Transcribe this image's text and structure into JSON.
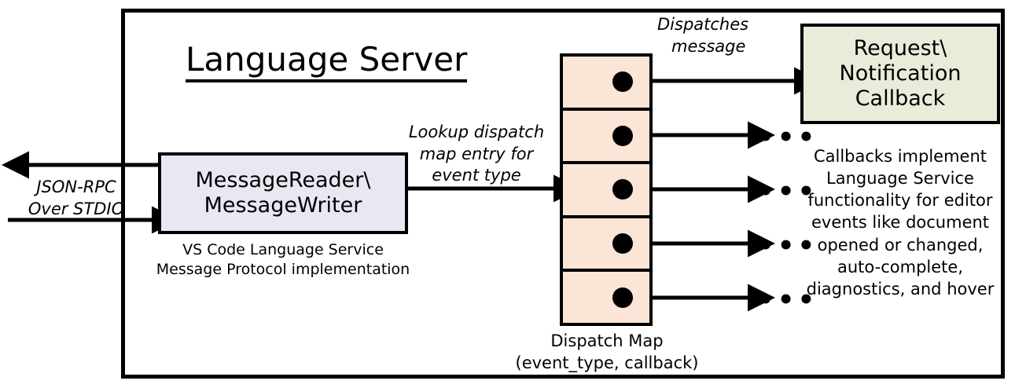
{
  "diagram": {
    "title": "Language Server",
    "title_underlined": true
  },
  "external_io": {
    "label": "JSON-RPC\nOver STDIO",
    "label_line1": "JSON-RPC",
    "label_line2": "Over STDIO",
    "outbound_arrow_name": "arrow-out-to-client",
    "inbound_arrow_name": "arrow-in-from-client"
  },
  "message_io": {
    "box_line1": "MessageReader\\",
    "box_line2": "MessageWriter",
    "caption_line1": "VS Code Language Service",
    "caption_line2": "Message Protocol implementation",
    "fill_color": "#eae7f2",
    "stroke_color": "#000000"
  },
  "lookup_edge": {
    "line1": "Lookup dispatch",
    "line2": "map entry for",
    "line3": "event type"
  },
  "dispatch_map": {
    "caption_line1": "Dispatch Map",
    "caption_line2": "(event_type, callback)",
    "fill_color": "#fbe5d6",
    "stroke_color": "#000000",
    "rows": [
      {
        "index": 1,
        "dot": true,
        "target": "callback-box"
      },
      {
        "index": 2,
        "dot": true,
        "target": "ellipsis"
      },
      {
        "index": 3,
        "dot": true,
        "target": "ellipsis"
      },
      {
        "index": 4,
        "dot": true,
        "target": "ellipsis"
      },
      {
        "index": 5,
        "dot": true,
        "target": "ellipsis"
      }
    ],
    "ellipsis_glyph": "•••"
  },
  "dispatches_edge": {
    "line1": "Dispatches",
    "line2": "message"
  },
  "callback": {
    "box_line1": "Request\\",
    "box_line2": "Notification",
    "box_line3": "Callback",
    "fill_color": "#e8edda",
    "stroke_color": "#000000",
    "description_line1": "Callbacks implement",
    "description_line2": "Language Service",
    "description_line3": "functionality for editor",
    "description_line4": "events like document",
    "description_line5": "opened or changed,",
    "description_line6": "auto-complete,",
    "description_line7": "diagnostics, and hover"
  }
}
